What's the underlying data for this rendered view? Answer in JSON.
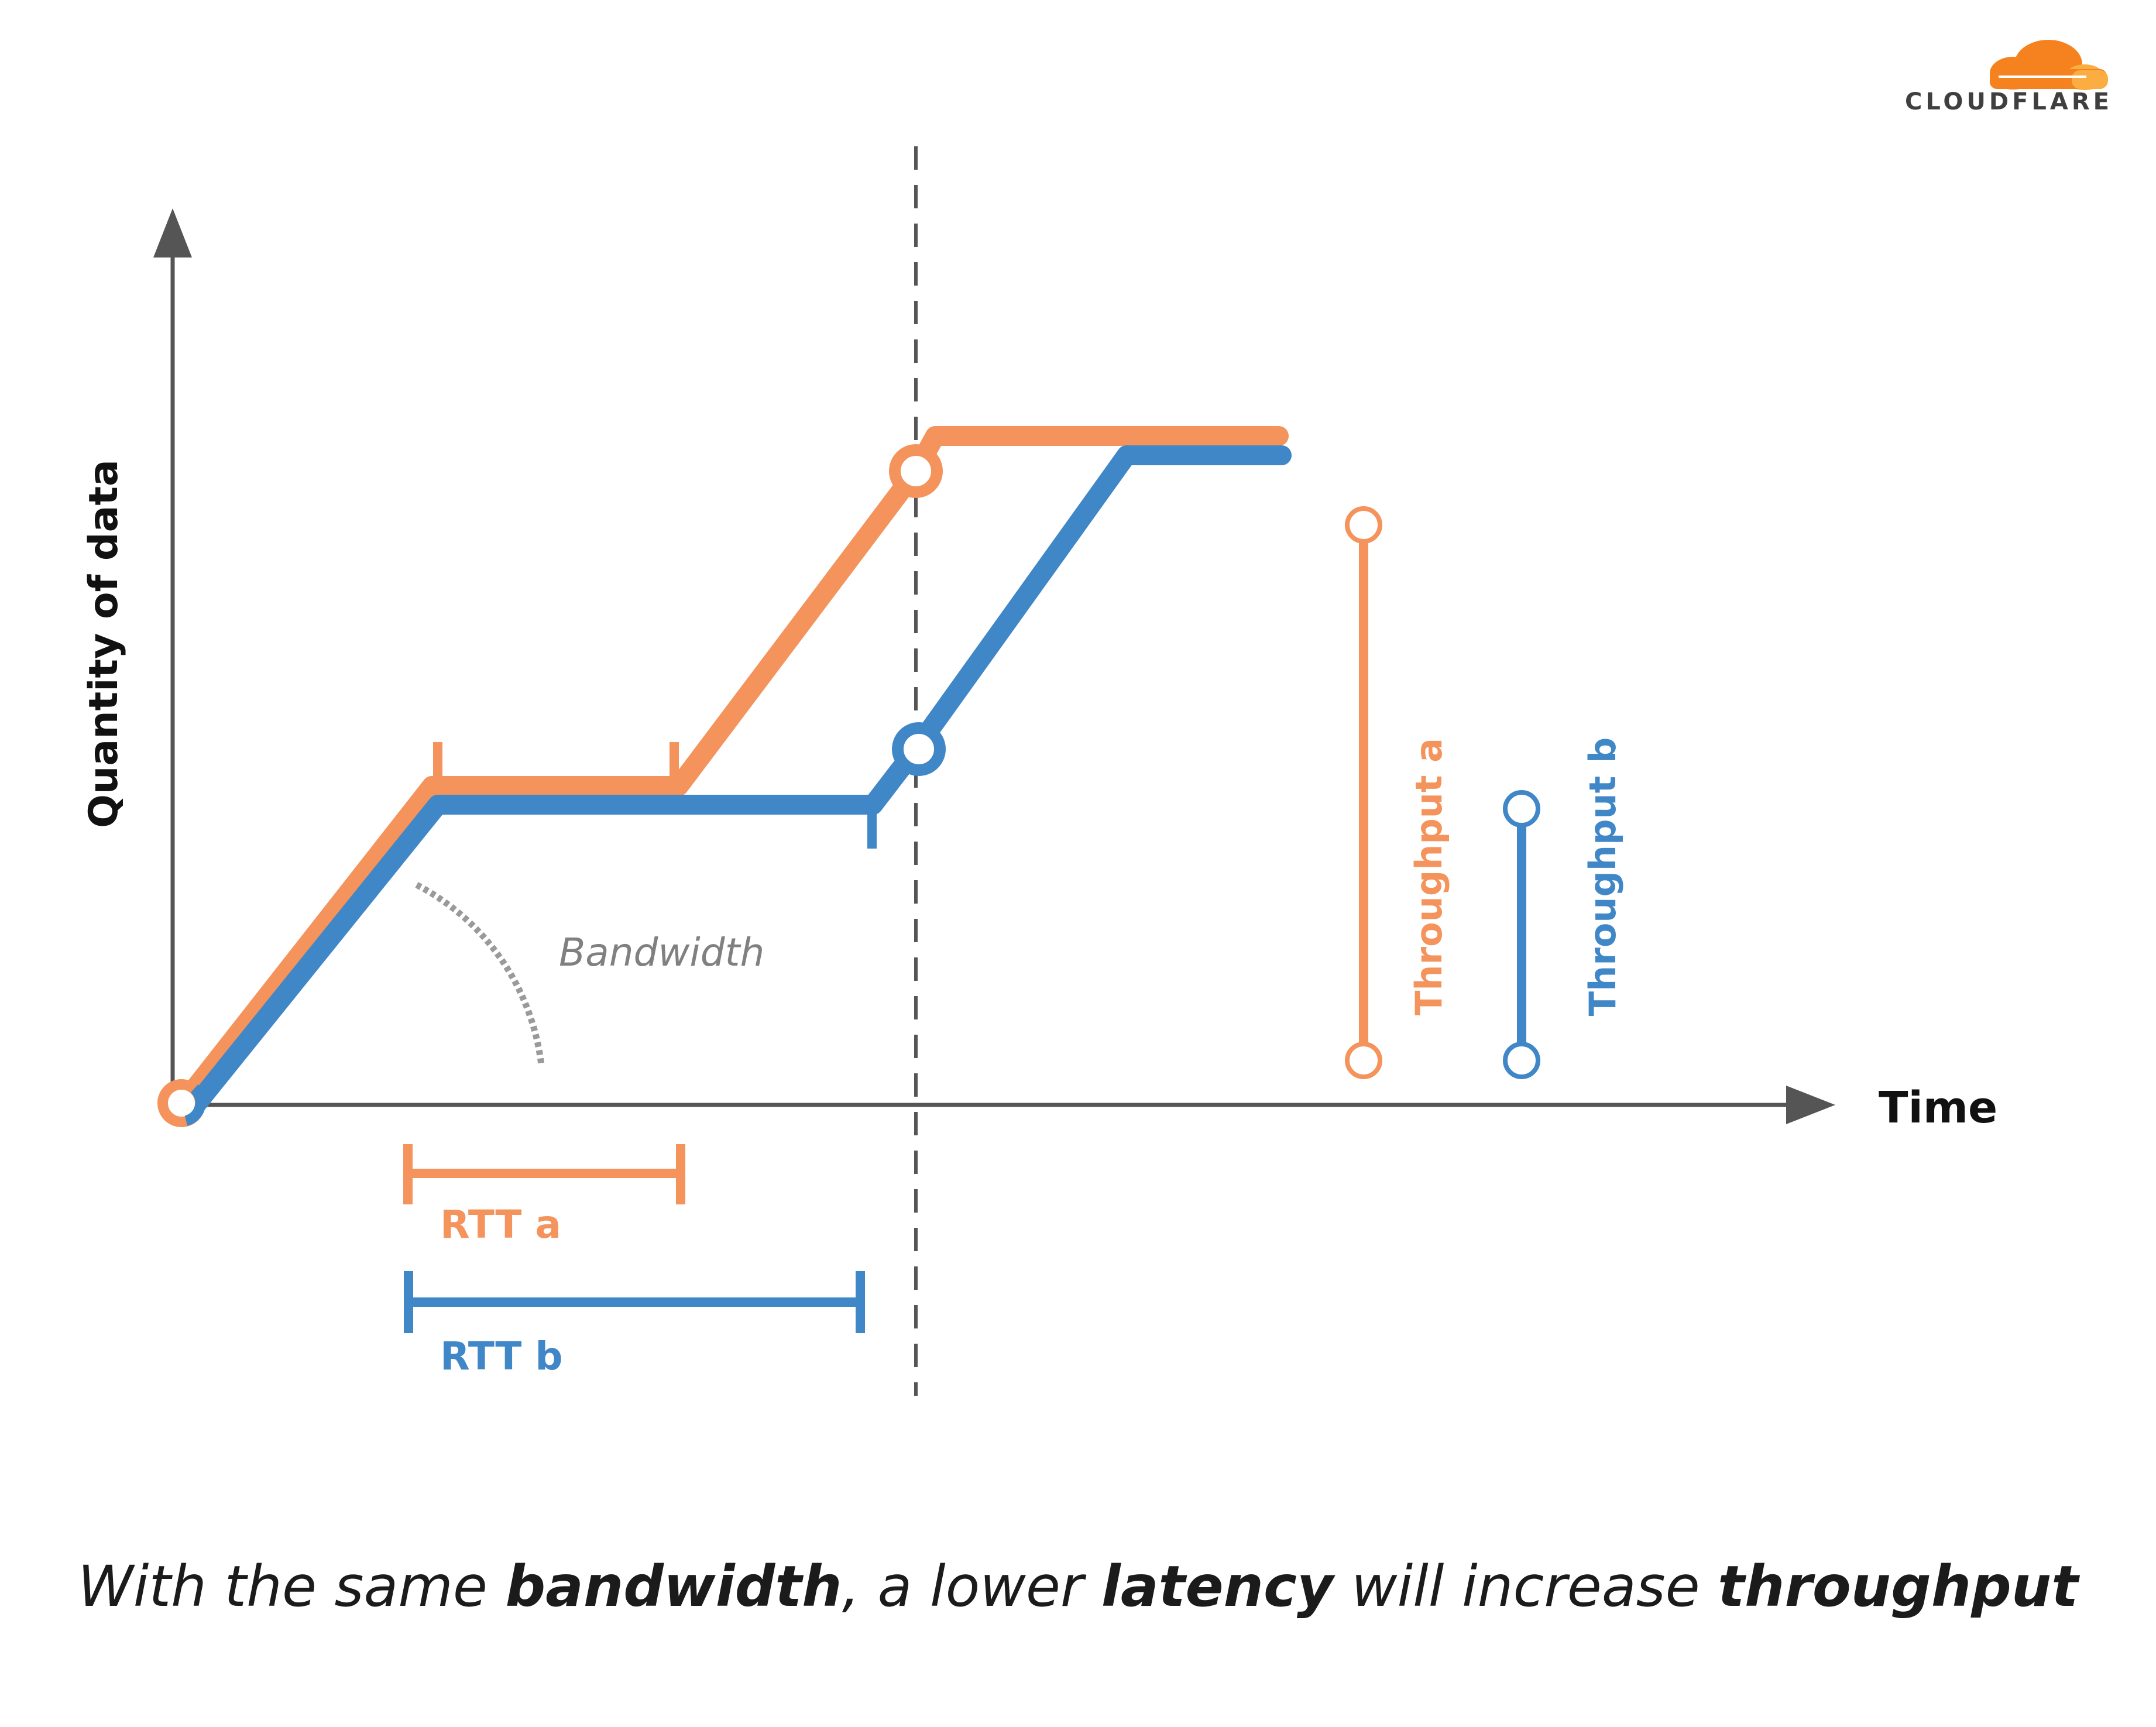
{
  "colors": {
    "series_a": "#F4935C",
    "series_b": "#4087C8",
    "axis": "#555555",
    "dashed_line": "#555555",
    "bandwidth_arc": "#9a9a9a",
    "logo_orange": "#F6821F",
    "logo_orange_light": "#FBAD41"
  },
  "axes": {
    "y_label": "Quantity of data",
    "x_label": "Time"
  },
  "annotations": {
    "bandwidth": "Bandwidth",
    "rtt_a": "RTT a",
    "rtt_b": "RTT b",
    "throughput_a": "Throughput a",
    "throughput_b": "Throughput b"
  },
  "logo": {
    "text": "CLOUDFLARE",
    "icon": "cloud-icon"
  },
  "caption": {
    "part1": "With the same ",
    "bold1": "bandwidth",
    "part2": ", a lower ",
    "bold2": "latency",
    "part3": " will increase ",
    "bold3": "throughput"
  }
}
